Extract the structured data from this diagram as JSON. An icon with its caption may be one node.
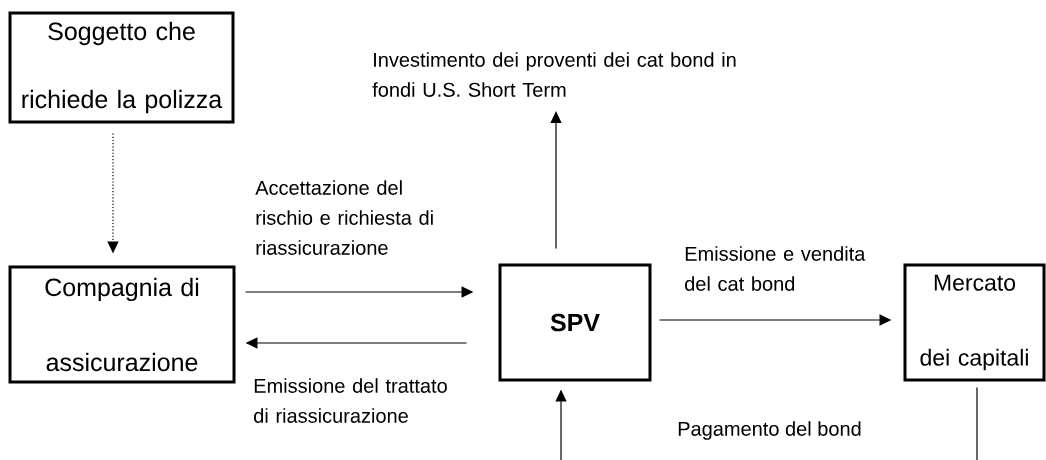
{
  "diagram": {
    "nodes": [
      {
        "text": [
          "Soggetto che richiede la polizza"
        ]
      },
      {
        "text": [
          "Compagnia di assicurazione"
        ]
      },
      {
        "text": [
          "Investimento dei proventi dei cat bond in fondi U.S. Short Term"
        ]
      },
      {
        "text": [
          "SPV"
        ]
      },
      {
        "text": [
          "Mercato dei capitali"
        ]
      }
    ],
    "edges": [
      {
        "from": 0,
        "to": 1,
        "arrow": "to",
        "style": "dashed"
      },
      {
        "from": 1,
        "to": 3,
        "arrow": "to",
        "label": "Accettazione del rischio e richiesta di riassicurazione"
      },
      {
        "from": 3,
        "to": 1,
        "arrow": "to",
        "label": "Emissione del trattato di riassicurazione"
      },
      {
        "from": 3,
        "to": 2,
        "arrow": "to"
      },
      {
        "from": 3,
        "to": 4,
        "arrow": "to",
        "label": "Emissione e vendita del cat bond"
      },
      {
        "from": null,
        "to": 3,
        "arrow": "to"
      },
      {
        "from": 4,
        "to": null,
        "arrow": "none"
      }
    ],
    "labels": [
      "Pagamento del bond"
    ]
  }
}
